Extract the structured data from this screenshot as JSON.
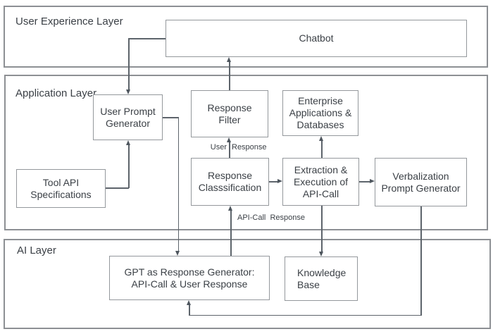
{
  "layers": {
    "ux": {
      "label": "User Experience Layer"
    },
    "app": {
      "label": "Application Layer"
    },
    "ai": {
      "label": "AI Layer"
    }
  },
  "nodes": {
    "chatbot": {
      "label": "Chatbot"
    },
    "user_prompt_generator": {
      "label": "User Prompt\nGenerator"
    },
    "response_filter": {
      "label": "Response\nFilter"
    },
    "enterprise_apps_databases": {
      "label": "Enterprise\nApplications &\nDatabases"
    },
    "tool_api_specifications": {
      "label": "Tool API\nSpecifications"
    },
    "response_classification": {
      "label": "Response\nClasssification"
    },
    "extraction_execution_api_call": {
      "label": "Extraction &\nExecution of\nAPI-Call"
    },
    "verbalization_prompt_generator": {
      "label": "Verbalization\nPrompt Generator"
    },
    "gpt_response_generator": {
      "label": "GPT as Response Generator:\nAPI-Call & User Response"
    },
    "knowledge_base": {
      "label": "Knowledge\nBase"
    }
  },
  "edge_labels": {
    "user_response_word1": "User",
    "user_response_word2": "Response",
    "api_call_response": "API-Call  Response"
  },
  "colors": {
    "layer_border": "#8d9094",
    "node_border": "#94989c",
    "connector": "#5d646b",
    "text": "#3b4046"
  }
}
